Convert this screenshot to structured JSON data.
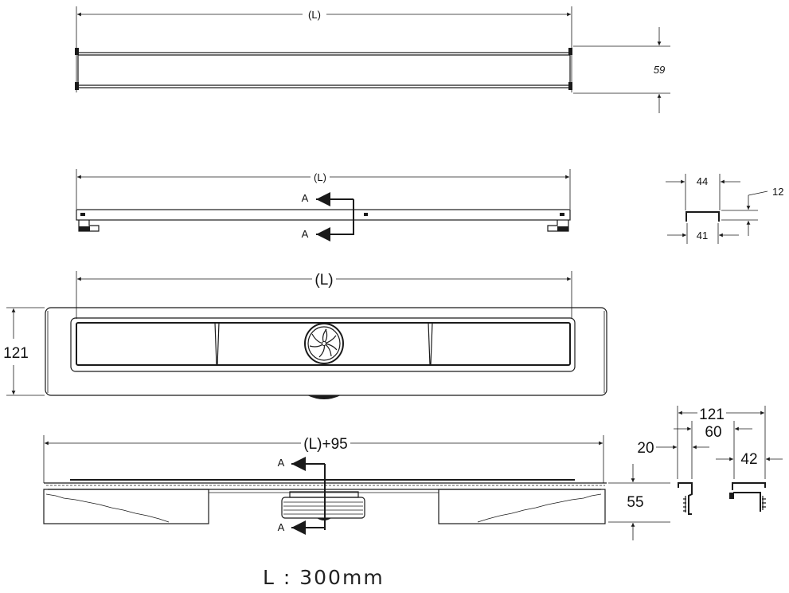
{
  "top_view": {
    "length_label": "(L)",
    "height_label": "59"
  },
  "side_view": {
    "length_label": "(L)",
    "section_upper": "A",
    "section_lower": "A"
  },
  "grate_profile": {
    "width_top": "44",
    "width_bottom": "41",
    "height": "12"
  },
  "plan_view": {
    "length_label": "(L)",
    "width_label": "121"
  },
  "base_view": {
    "length_label": "(L)+95",
    "section_upper": "A",
    "section_lower": "A",
    "height_label": "55"
  },
  "section_detail": {
    "overall_width": "121",
    "inner_width": "60",
    "flange": "20",
    "channel": "42"
  },
  "footer": {
    "length_note": "L :  300mm"
  }
}
